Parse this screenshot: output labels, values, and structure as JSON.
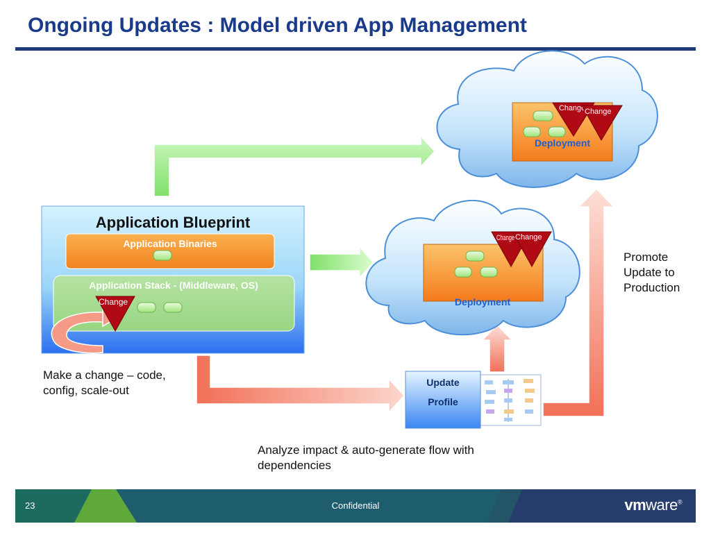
{
  "slide": {
    "title": "Ongoing Updates : Model driven App Management",
    "page_number": "23",
    "footer_text": "Confidential",
    "logo_text": "vmware",
    "logo_bold": "vm",
    "logo_rest": "ware",
    "logo_mark": "®"
  },
  "blueprint": {
    "title": "Application Blueprint",
    "binaries_label": "Application Binaries",
    "stack_label": "Application Stack - (Middleware, OS)",
    "change_label": "Change"
  },
  "clouds": {
    "top": {
      "deployment_label": "Deployment",
      "change_back": "Change",
      "change_front": "Change"
    },
    "middle": {
      "deployment_label": "Deployment",
      "change_back": "Change",
      "change_front": "Change"
    }
  },
  "update_profile": {
    "line1": "Update",
    "line2": "Profile"
  },
  "notes": {
    "make_change": "Make a change – code, config, scale-out",
    "analyze": "Analyze impact & auto-generate flow with dependencies",
    "promote": "Promote Update to Production"
  },
  "colors": {
    "title": "#1a3a8a",
    "rule": "#1f3b7a",
    "green_arrow": "#a9f08c",
    "salmon_arrow": "#f6907a",
    "change_triangle": "#b00a14",
    "deployment_orange": "#f7a23a",
    "footer_teal": "#1e5d6e",
    "footer_navy": "#263d6e",
    "footer_green": "#5fa83a"
  }
}
